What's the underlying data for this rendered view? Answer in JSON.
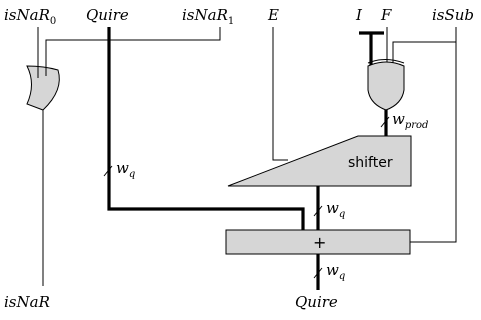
{
  "inputs": {
    "isnar0": {
      "base": "isNaR",
      "sub": "0"
    },
    "quire_in": "Quire",
    "isnar1": {
      "base": "isNaR",
      "sub": "1"
    },
    "e": "E",
    "i": "I",
    "f": "F",
    "issub": "isSub"
  },
  "outputs": {
    "isnar": "isNaR",
    "quire_out": "Quire"
  },
  "blocks": {
    "shifter": "shifter",
    "adder": "+"
  },
  "widths": {
    "wq_left": {
      "base": "w",
      "sub": "q"
    },
    "wq_mid": {
      "base": "w",
      "sub": "q"
    },
    "wq_out": {
      "base": "w",
      "sub": "q"
    },
    "wprod": {
      "base": "w",
      "sub": "prod"
    }
  },
  "colors": {
    "wire": "#000000",
    "block_fill": "#d6d6d6"
  }
}
